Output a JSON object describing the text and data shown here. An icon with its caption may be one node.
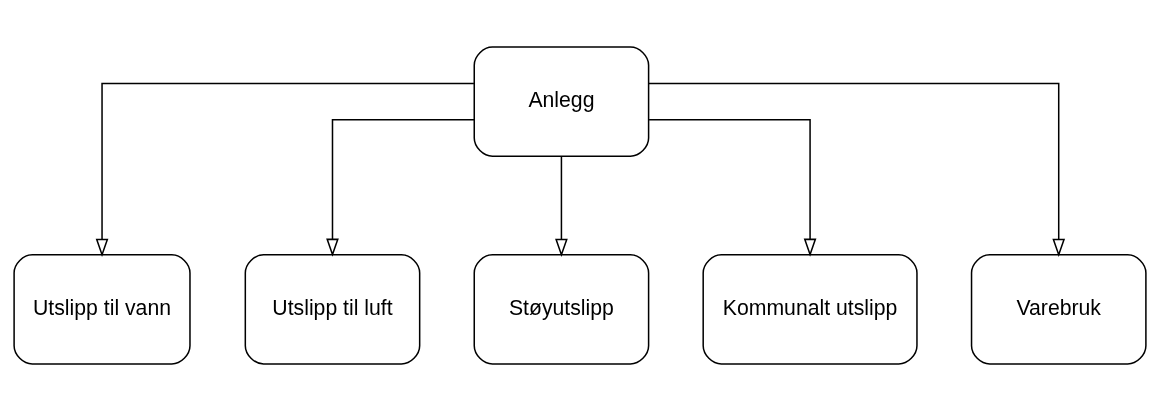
{
  "diagram": {
    "nodes": [
      {
        "text": [
          "Anlegg"
        ]
      },
      {
        "text": [
          "Utslipp til vann"
        ]
      },
      {
        "text": [
          "Utslipp til luft"
        ]
      },
      {
        "text": [
          "Støyutslipp"
        ]
      },
      {
        "text": [
          "Kommunalt utslipp"
        ]
      },
      {
        "text": [
          "Varebruk"
        ]
      }
    ],
    "edges": [
      {
        "from": 0,
        "to": 1,
        "arrow": "to"
      },
      {
        "from": 0,
        "to": 2,
        "arrow": "to"
      },
      {
        "from": 0,
        "to": 3,
        "arrow": "to"
      },
      {
        "from": 0,
        "to": 4,
        "arrow": "to"
      },
      {
        "from": 0,
        "to": 5,
        "arrow": "to"
      }
    ]
  }
}
